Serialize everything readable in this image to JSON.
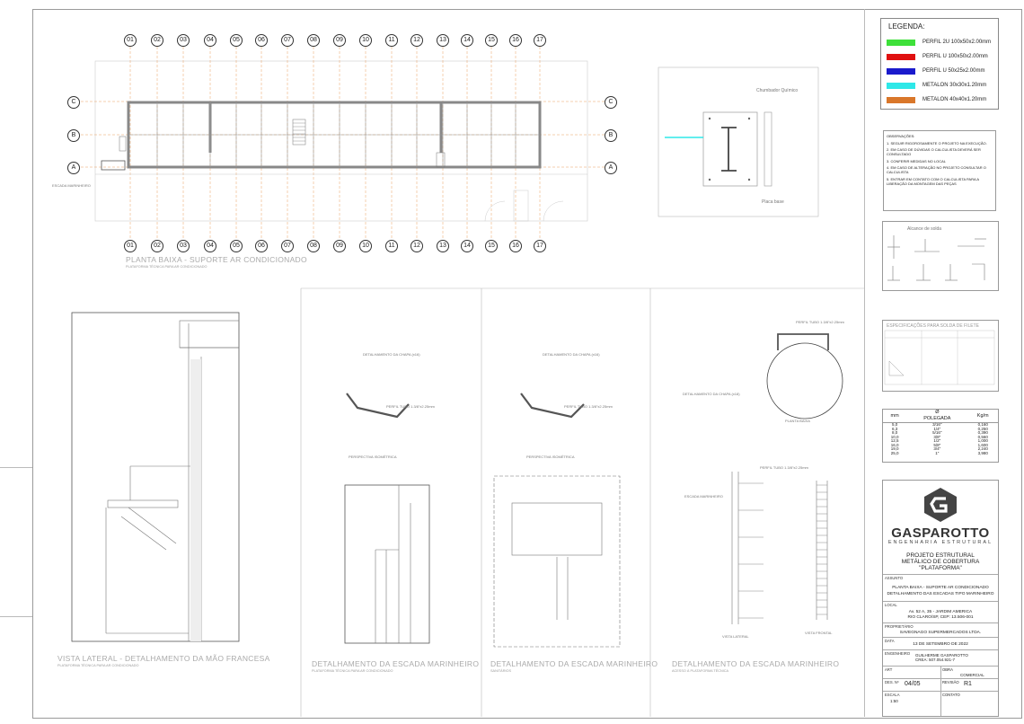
{
  "legend": {
    "title": "LEGENDA:",
    "items": [
      {
        "label": "PERFIL 2U 100x50x2.00mm",
        "color": "#3ee03a"
      },
      {
        "label": "PERFIL U 100x50x2.00mm",
        "color": "#e01010"
      },
      {
        "label": "PERFIL U 50x25x2.00mm",
        "color": "#1a1acc"
      },
      {
        "label": "METALON 30x30x1.20mm",
        "color": "#2ee8e8"
      },
      {
        "label": "METALON 40x40x1.20mm",
        "color": "#d9772a"
      }
    ]
  },
  "notes": {
    "title": "OBSERVAÇÕES:",
    "items": [
      "1. SEGUIR RIGOROSAMENTE O PROJETO NA EXECUÇÃO.",
      "2. EM CASO DE DÚVIDAS O CALCULISTA DEVERÁ SER CONSULTADO",
      "3. CONFERIR MEDIDAS NO LOCAL",
      "4. EM CASO DE ALTERAÇÃO NO PROJETO CONSULTAR O CALCULISTA",
      "5. ENTRAR EM CONTATO COM O CALCULISTA PARA A LIBERAÇÃO DA MONTAGEM DAS PEÇAS"
    ]
  },
  "weld": {
    "title": "ESPECIFICAÇÕES PARA SOLDA DE FILETE"
  },
  "spec_table": {
    "headers": [
      "mm",
      "POLEGADA",
      "Kg/m"
    ],
    "symbol": "Ø",
    "rows": [
      [
        "5,0",
        "3/16\"",
        "0,160"
      ],
      [
        "6,3",
        "1/4\"",
        "0,250"
      ],
      [
        "8,0",
        "5/16\"",
        "0,390"
      ],
      [
        "10,0",
        "3/8\"",
        "0,560"
      ],
      [
        "12,5",
        "1/2\"",
        "1,000"
      ],
      [
        "16,0",
        "5/8\"",
        "1,600"
      ],
      [
        "19,0",
        "3/4\"",
        "2,240"
      ],
      [
        "25,0",
        "1\"",
        "3,980"
      ]
    ]
  },
  "titleblock": {
    "company": "GASPAROTTO",
    "company_sub": "ENGENHARIA ESTRUTURAL",
    "project_line1": "PROJETO ESTRUTURAL",
    "project_line2": "METÁLICO DE COBERTURA",
    "project_line3": "\"PLATAFORMA\"",
    "assunto_label": "ASSUNTO",
    "assunto_1": "PLANTA BAIXA - SUPORTE AR CONDICIONADO",
    "assunto_2": "DETALHAMENTO DAS ESCADAS TIPO MARINHEIRO",
    "local_label": "LOCAL",
    "local_1": "Av. 52 A, 35 - JARDIM AMERICA",
    "local_2": "RIO CLARO/SP, CEP: 13.506-001",
    "proprietario_label": "PROPRIETÁRIO",
    "proprietario": "SAVEGNAGO SUPERMERCADOS LTDA.",
    "data_label": "DATA",
    "data": "13 DE SETEMBRO DE 2022",
    "engenheiro_label": "ENGENHEIRO",
    "engenheiro_1": "GUILHERME GASPAROTTO",
    "engenheiro_2": "CREA: 507.054.921-7",
    "art_label": "ART",
    "obra_label": "OBRA",
    "obra": "COMERCIAL",
    "des_label": "DES. Nº",
    "des": "04/05",
    "revisao_label": "REVISÃO",
    "revisao": "R1",
    "escala_label": "ESCALA",
    "escala": "1:50",
    "contato_label": "CONTATO"
  },
  "drawings": {
    "plan_title": "PLANTA BAIXA - SUPORTE AR CONDICIONADO",
    "plan_sub": "PLATAFORMA TÉCNICA PARA AR CONDICIONADO",
    "lateral_title": "VISTA LATERAL - DETALHAMENTO DA MÃO FRANCESA",
    "lateral_sub": "PLATAFORMA TÉCNICA PARA AR CONDICIONADO",
    "esc1_title": "DETALHAMENTO DA ESCADA MARINHEIRO",
    "esc1_sub": "PLATAFORMA TÉCNICA PARA AR CONDICIONADO",
    "esc2_title": "DETALHAMENTO DA ESCADA MARINHEIRO",
    "esc2_sub": "SANITÁRIOS",
    "esc3_title": "DETALHAMENTO DA ESCADA MARINHEIRO",
    "esc3_sub": "ACESSO À PLATAFORMA TÉCNICA",
    "persp": "PERSPECTIVA ISOMÉTRICA",
    "perfil_tubo": "PERFIL TUBO 1.3/8\"x2.25mm",
    "chapa": "DETALHAMENTO DA CHAPA (x16)",
    "chapa2": "DETALHAMENTO DA CHAPA (x18)",
    "chumbador": "Chumbador Químico",
    "placa_base": "Placa base",
    "vista_lateral": "VISTA LATERAL",
    "vista_frontal": "VISTA FRONTAL",
    "planta_baixa": "PLANTA BAIXA",
    "escada_marinheiro": "ESCADA MARINHEIRO",
    "alcance": "Alcance de solda"
  },
  "grid": {
    "columns": [
      "01",
      "02",
      "03",
      "04",
      "05",
      "06",
      "07",
      "08",
      "09",
      "10",
      "11",
      "12",
      "13",
      "14",
      "15",
      "16",
      "17"
    ],
    "rows": [
      "C",
      "B",
      "A"
    ]
  }
}
